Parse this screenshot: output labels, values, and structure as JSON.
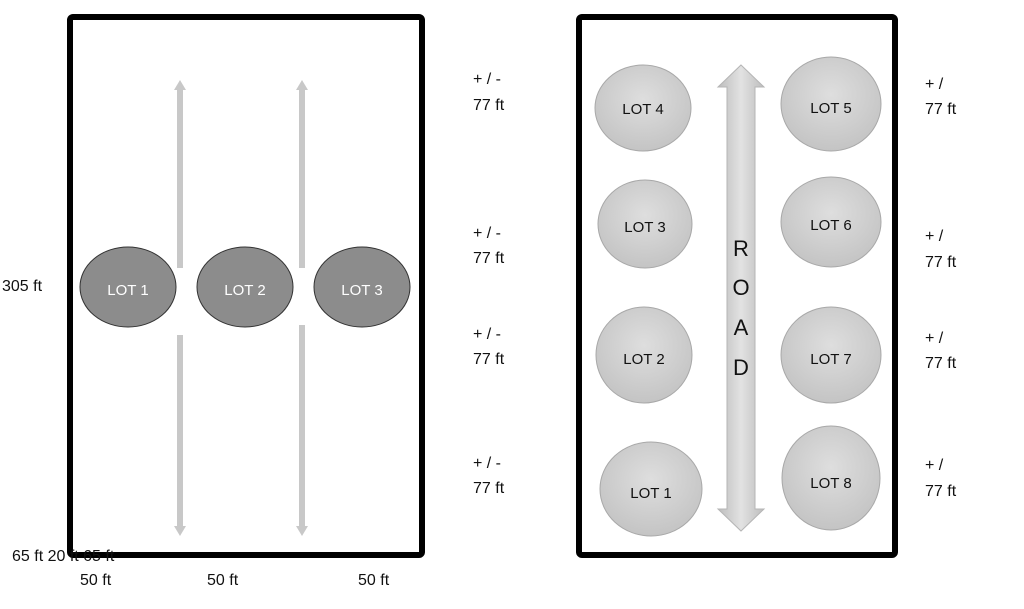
{
  "left_plan": {
    "lots": [
      "LOT 1",
      "LOT 2",
      "LOT 3"
    ],
    "depth_label": "305 ft",
    "side_labels": [
      {
        "line1": "+ / -",
        "line2": "77 ft"
      },
      {
        "line1": "+ / -",
        "line2": "77 ft"
      },
      {
        "line1": "+ / -",
        "line2": "77 ft"
      },
      {
        "line1": "+ / -",
        "line2": "77 ft"
      }
    ],
    "bottom_overlap_label": "65 ft 20 ft 65 ft",
    "width_labels": [
      "50 ft",
      "50 ft",
      "50 ft"
    ]
  },
  "right_plan": {
    "lots": [
      "LOT 4",
      "LOT 5",
      "LOT 3",
      "LOT 6",
      "LOT 2",
      "LOT 7",
      "LOT 1",
      "LOT 8"
    ],
    "road_letters": [
      "R",
      "O",
      "A",
      "D"
    ],
    "side_labels": [
      {
        "line1": "+ /",
        "line2": "77 ft"
      },
      {
        "line1": "+ /",
        "line2": "77 ft"
      },
      {
        "line1": "+ /",
        "line2": "77 ft"
      },
      {
        "line1": "+ /",
        "line2": "77 ft"
      }
    ]
  },
  "colors": {
    "dark_lot": "#8c8c8c",
    "light_lot": "#cfcfcf",
    "arrow": "#c8c8c8",
    "border": "#000000"
  }
}
